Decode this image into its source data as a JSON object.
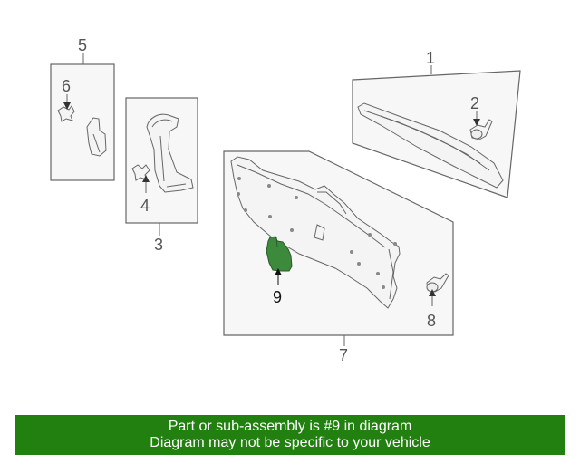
{
  "callouts": {
    "c1": "1",
    "c2": "2",
    "c3": "3",
    "c4": "4",
    "c5": "5",
    "c6": "6",
    "c7": "7",
    "c8": "8",
    "c9": "9"
  },
  "highlight": {
    "part": "9",
    "color": "#3d8a3d"
  },
  "banner": {
    "line1": "Part or sub-assembly is #9 in diagram",
    "line2": "Diagram may not be specific to your vehicle",
    "background": "#21800f"
  }
}
